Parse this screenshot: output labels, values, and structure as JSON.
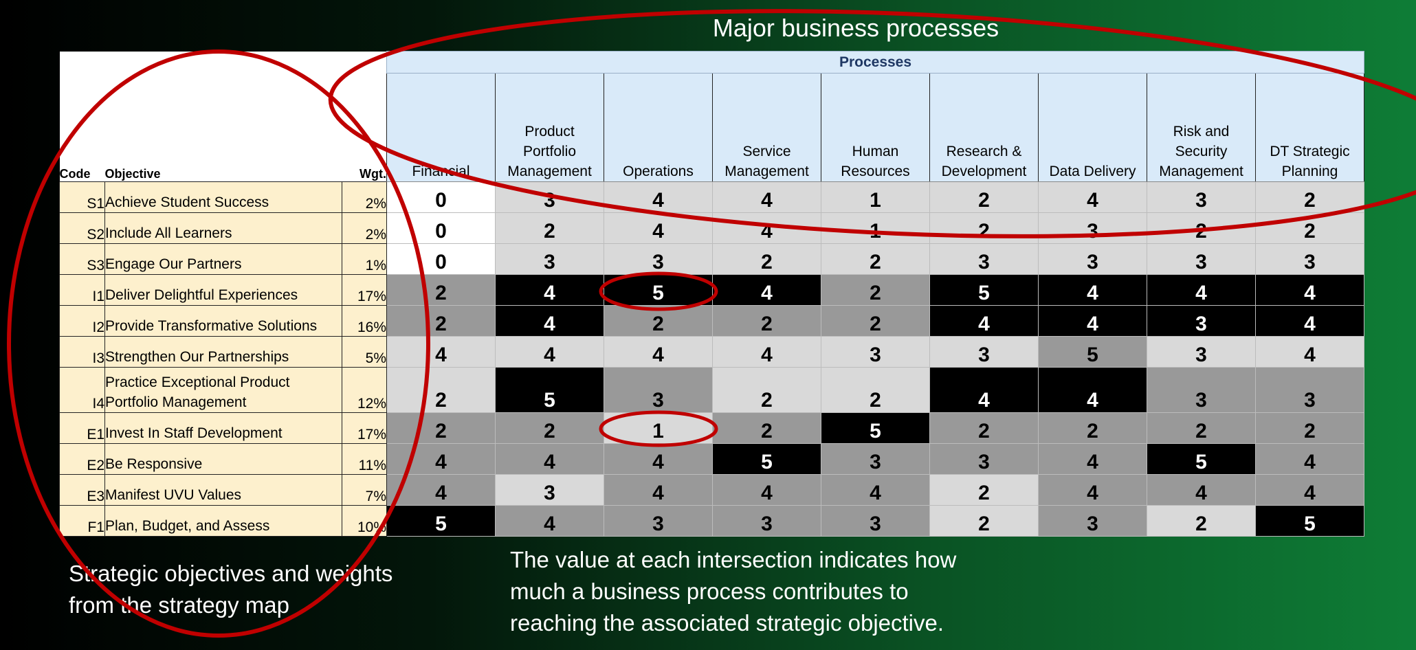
{
  "title": "Major business processes",
  "matrix": {
    "processes_header": "Processes",
    "headers": {
      "code": "Code",
      "objective": "Objective",
      "weight": "Wgt."
    },
    "processes": [
      [
        "Financial"
      ],
      [
        "Product",
        "Portfolio",
        "Management"
      ],
      [
        "Operations"
      ],
      [
        "Service",
        "Management"
      ],
      [
        "Human",
        "Resources"
      ],
      [
        "Research &",
        "Development"
      ],
      [
        "Data Delivery"
      ],
      [
        "Risk and",
        "Security",
        "Management"
      ],
      [
        "DT Strategic",
        "Planning"
      ]
    ],
    "rows": [
      {
        "code": "S1",
        "objective": [
          "Achieve Student Success"
        ],
        "weight": "2%",
        "values": [
          0,
          3,
          4,
          4,
          1,
          2,
          4,
          3,
          2
        ],
        "shading": [
          "white",
          "light",
          "light",
          "light",
          "light",
          "light",
          "light",
          "light",
          "light"
        ]
      },
      {
        "code": "S2",
        "objective": [
          "Include All Learners"
        ],
        "weight": "2%",
        "values": [
          0,
          2,
          4,
          4,
          1,
          2,
          3,
          2,
          2
        ],
        "shading": [
          "white",
          "light",
          "light",
          "light",
          "light",
          "light",
          "light",
          "light",
          "light"
        ]
      },
      {
        "code": "S3",
        "objective": [
          "Engage Our Partners"
        ],
        "weight": "1%",
        "values": [
          0,
          3,
          3,
          2,
          2,
          3,
          3,
          3,
          3
        ],
        "shading": [
          "white",
          "light",
          "light",
          "light",
          "light",
          "light",
          "light",
          "light",
          "light"
        ]
      },
      {
        "code": "I1",
        "objective": [
          "Deliver Delightful Experiences"
        ],
        "weight": "17%",
        "values": [
          2,
          4,
          5,
          4,
          2,
          5,
          4,
          4,
          4
        ],
        "shading": [
          "mid",
          "dark",
          "dark",
          "dark",
          "mid",
          "dark",
          "dark",
          "dark",
          "dark"
        ]
      },
      {
        "code": "I2",
        "objective": [
          "Provide Transformative Solutions"
        ],
        "weight": "16%",
        "values": [
          2,
          4,
          2,
          2,
          2,
          4,
          4,
          3,
          4
        ],
        "shading": [
          "mid",
          "dark",
          "mid",
          "mid",
          "mid",
          "dark",
          "dark",
          "dark",
          "dark"
        ]
      },
      {
        "code": "I3",
        "objective": [
          "Strengthen Our Partnerships"
        ],
        "weight": "5%",
        "values": [
          4,
          4,
          4,
          4,
          3,
          3,
          5,
          3,
          4
        ],
        "shading": [
          "light",
          "light",
          "light",
          "light",
          "light",
          "light",
          "mid",
          "light",
          "light"
        ]
      },
      {
        "code": "I4",
        "objective": [
          "Practice Exceptional Product",
          "Portfolio Management"
        ],
        "weight": "12%",
        "values": [
          2,
          5,
          3,
          2,
          2,
          4,
          4,
          3,
          3
        ],
        "shading": [
          "light",
          "dark",
          "mid",
          "light",
          "light",
          "dark",
          "dark",
          "mid",
          "mid"
        ]
      },
      {
        "code": "E1",
        "objective": [
          "Invest In Staff Development"
        ],
        "weight": "17%",
        "values": [
          2,
          2,
          1,
          2,
          5,
          2,
          2,
          2,
          2
        ],
        "shading": [
          "mid",
          "mid",
          "light",
          "mid",
          "dark",
          "mid",
          "mid",
          "mid",
          "mid"
        ]
      },
      {
        "code": "E2",
        "objective": [
          "Be Responsive"
        ],
        "weight": "11%",
        "values": [
          4,
          4,
          4,
          5,
          3,
          3,
          4,
          5,
          4
        ],
        "shading": [
          "mid",
          "mid",
          "mid",
          "dark",
          "mid",
          "mid",
          "mid",
          "dark",
          "mid"
        ]
      },
      {
        "code": "E3",
        "objective": [
          "Manifest UVU Values"
        ],
        "weight": "7%",
        "values": [
          4,
          3,
          4,
          4,
          4,
          2,
          4,
          4,
          4
        ],
        "shading": [
          "mid",
          "light",
          "mid",
          "mid",
          "mid",
          "light",
          "mid",
          "mid",
          "mid"
        ]
      },
      {
        "code": "F1",
        "objective": [
          "Plan, Budget, and Assess"
        ],
        "weight": "10%",
        "values": [
          5,
          4,
          3,
          3,
          3,
          2,
          3,
          2,
          5
        ],
        "shading": [
          "dark",
          "mid",
          "mid",
          "mid",
          "mid",
          "light",
          "mid",
          "light",
          "dark"
        ]
      }
    ]
  },
  "captions": {
    "left": [
      "Strategic objectives and weights",
      "from the strategy map"
    ],
    "right": [
      "The value at each intersection indicates how",
      "much a business process contributes to",
      "reaching the associated strategic objective."
    ]
  },
  "annotation_color": "#c00000"
}
